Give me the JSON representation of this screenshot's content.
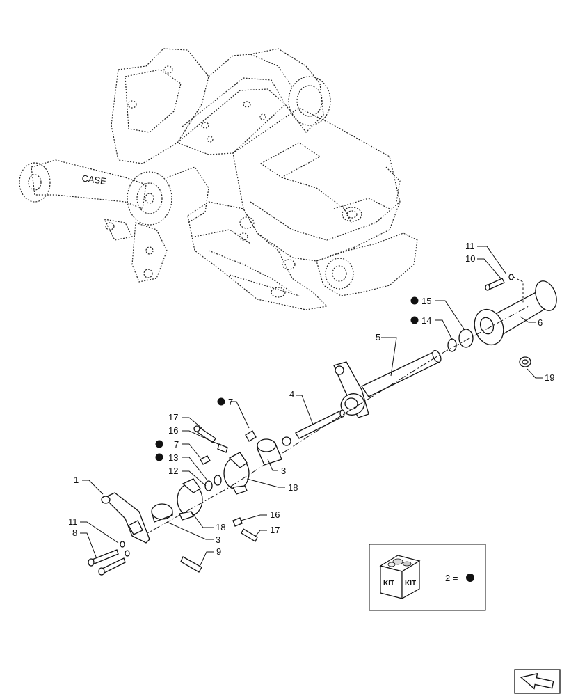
{
  "callouts": {
    "c1": "1",
    "c3a": "3",
    "c3b": "3",
    "c4": "4",
    "c5": "5",
    "c6": "6",
    "c7a": "7",
    "c7b": "7",
    "c8": "8",
    "c9": "9",
    "c10": "10",
    "c11a": "11",
    "c11b": "11",
    "c12": "12",
    "c13": "13",
    "c14": "14",
    "c15": "15",
    "c16a": "16",
    "c16b": "16",
    "c17a": "17",
    "c17b": "17",
    "c18a": "18",
    "c18b": "18",
    "c19": "19"
  },
  "kit_legend": {
    "kit_label_left": "KIT",
    "kit_label_right": "KIT",
    "legend_text": "2 ="
  },
  "housing_logo": "CASE",
  "icons": {
    "kit_marker": "filled-circle",
    "kit_box": "parts-kit-box-icon",
    "nav": "next-page-arrow-icon"
  }
}
